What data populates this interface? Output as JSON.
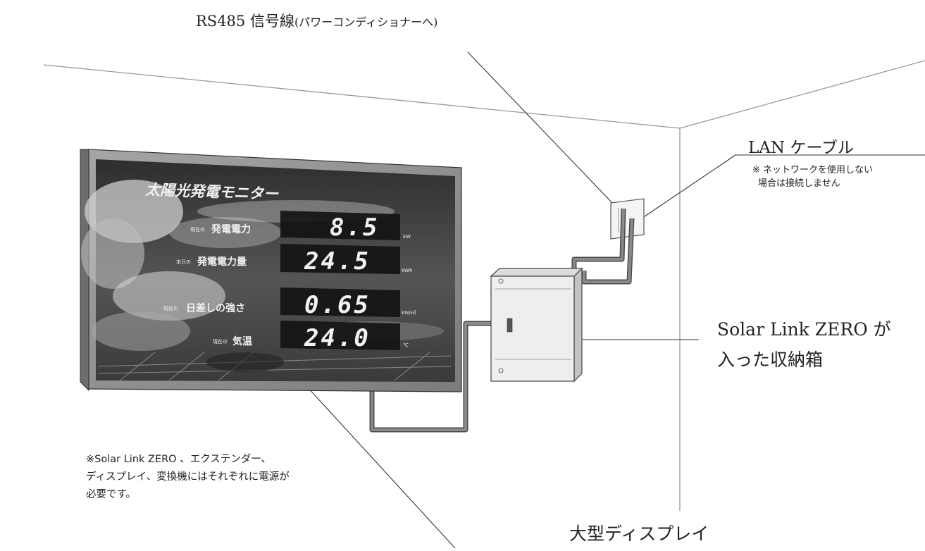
{
  "labels": {
    "rs485_main": "RS485 信号線",
    "rs485_paren": "(パワーコンディショナーへ)",
    "lan_title": "LAN ケーブル",
    "lan_note_1": "※ ネットワークを使用しない",
    "lan_note_2": "場合は接続しません",
    "solar_line1": "Solar Link ZERO が",
    "solar_line2": "入った収納箱",
    "power_note_1": "※Solar Link ZERO 、エクステンダー、",
    "power_note_2": "ディスプレイ、変換機にはそれぞれに電源が",
    "power_note_3": "必要です。",
    "big_display": "大型ディスプレイ"
  },
  "screen": {
    "title": "太陽光発電モニター",
    "rows": [
      {
        "prefix": "現在の",
        "label": "発電電力",
        "value": "8.5",
        "unit": "kW"
      },
      {
        "prefix": "本日の",
        "label": "発電電力量",
        "value": "24.5",
        "unit": "kWh"
      },
      {
        "prefix": "現在の",
        "label": "日差しの強さ",
        "value": "0.65",
        "unit": "kW/㎡"
      },
      {
        "prefix": "現在の",
        "label": "気温",
        "value": "24.0",
        "unit": "℃"
      }
    ]
  },
  "colors": {
    "line": "#333333",
    "cable": "#7a7a7a",
    "cable_edge": "#4a4a4a",
    "wall": "#999999",
    "bezel": "#8f8f8f",
    "screen_bg": "#3f3f3f",
    "value_box": "#141414",
    "digit": "#f2f2f2",
    "box_fill": "#eeeeee"
  }
}
